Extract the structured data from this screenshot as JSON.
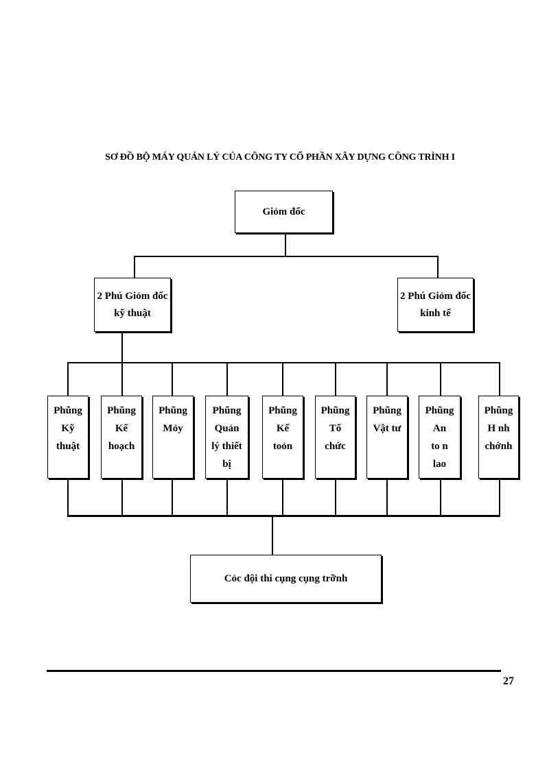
{
  "title": "SƠ ĐỒ BỘ MÁY QUẢN LÝ CỦA CÔNG TY CỔ PHẦN XÂY DỰNG CÔNG TRÌNH I",
  "director": "Giỏm đốc",
  "deputy_technical": "2 Phú Giỏm đốc\nkỹ thuật",
  "deputy_economic": "2 Phú Giỏm đốc\nkinh tế",
  "departments": [
    "Phũng\nKỹ\nthuật",
    "Phũng\nKế\nhoạch",
    "Phũng\nMỏy",
    "Phũng\nQuản\nlý thiết\nbị",
    "Phũng\nKế\ntoỏn",
    "Phũng\nTổ\nchức",
    "Phũng\nVật tư",
    "Phũng\nAn\nto n\nlao",
    "Phũng\nH nh\nchớnh"
  ],
  "teams": "Cỏc đội thi cụng cụng trỡnh",
  "page_number": "27"
}
